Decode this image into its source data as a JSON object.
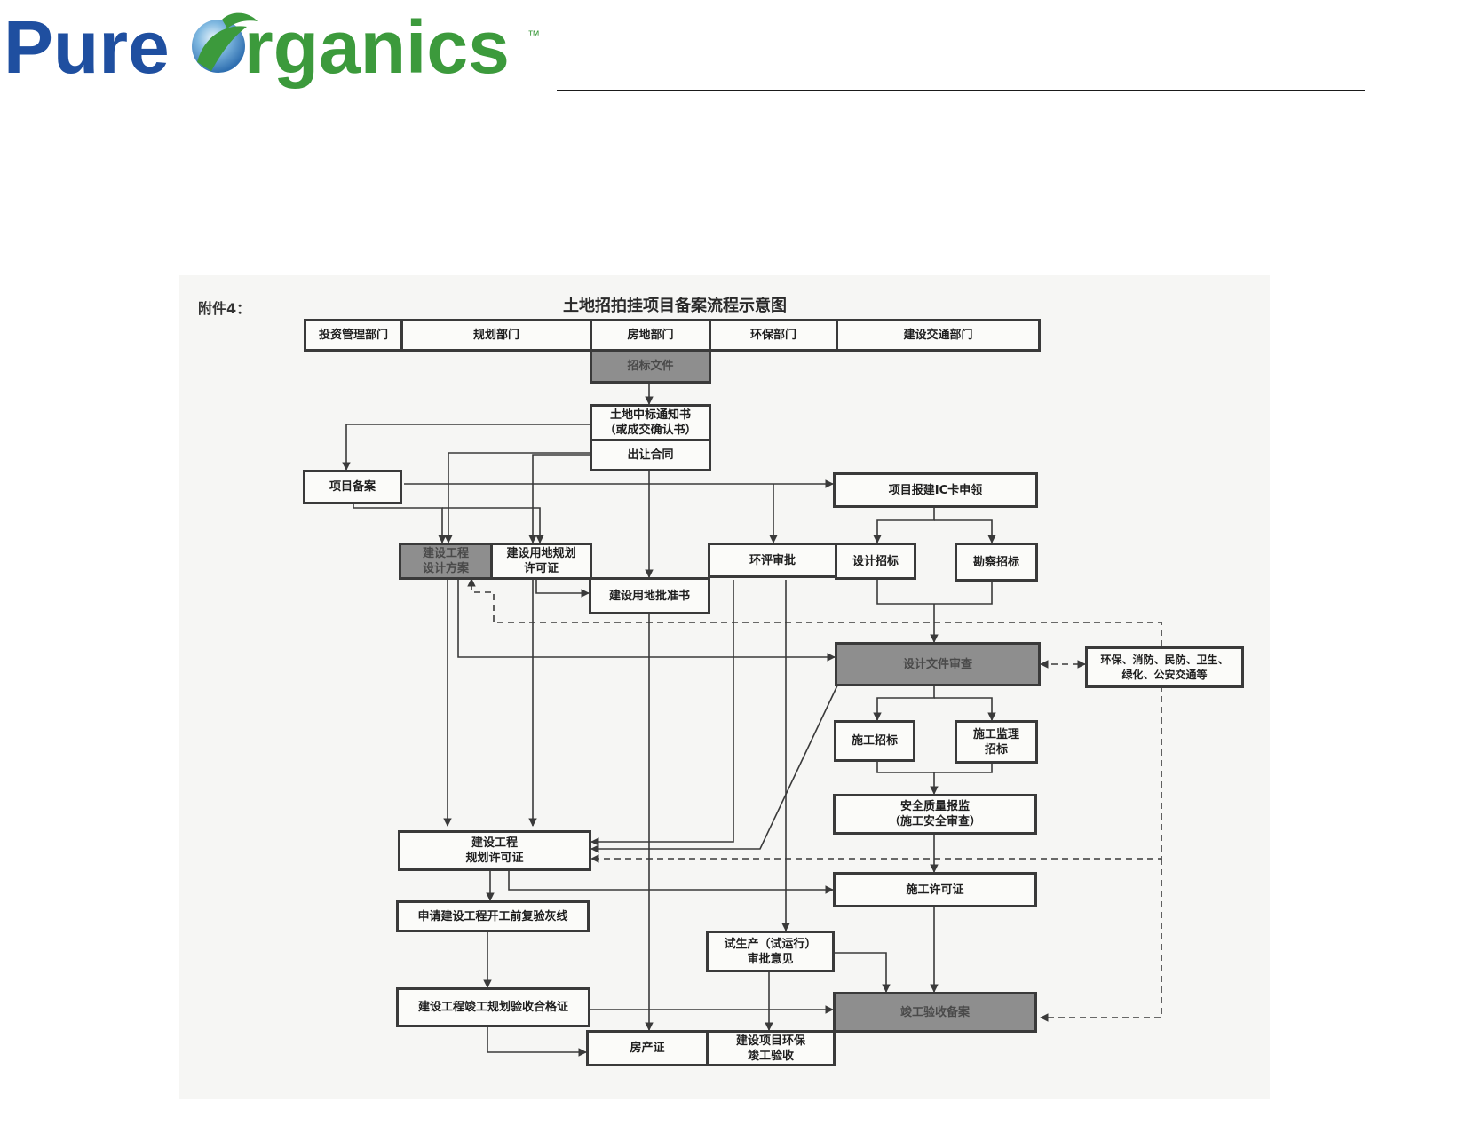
{
  "logo": {
    "prefix": "Pure",
    "o_glyph": "O",
    "suffix": "rganics",
    "trademark": "™",
    "colors": {
      "blue": "#1f4fa0",
      "green": "#3c9a3c"
    }
  },
  "annex_label": "附件4：",
  "diagram_title": "土地招拍挂项目备案流程示意图",
  "departments": {
    "investment": "投资管理部门",
    "planning": "规划部门",
    "real_estate": "房地部门",
    "environment": "环保部门",
    "construction_transport": "建设交通部门"
  },
  "nodes": {
    "bid_docs": "招标文件",
    "win_notice": [
      "土地中标通知书",
      "（或成交确认书）"
    ],
    "transfer_contract": "出让合同",
    "project_filing": "项目备案",
    "ic_card": "项目报建IC卡申领",
    "design_scheme": [
      "建设工程",
      "设计方案"
    ],
    "land_permit": [
      "建设用地规划",
      "许可证"
    ],
    "eia_approval": "环评审批",
    "design_bidding": "设计招标",
    "survey_bidding": "勘察招标",
    "land_approval": "建设用地批准书",
    "design_review": "设计文件审查",
    "other_depts": [
      "环保、消防、民防、卫生、",
      "绿化、公安交通等"
    ],
    "construction_bidding": "施工招标",
    "supervision_bidding": [
      "施工监理",
      "招标"
    ],
    "safety_quality": [
      "安全质量报监",
      "（施工安全审查）"
    ],
    "eng_permit": [
      "建设工程",
      "规划许可证"
    ],
    "construction_permit": "施工许可证",
    "lime_line": "申请建设工程开工前复验灰线",
    "trial_production": [
      "试生产（试运行）",
      "审批意见"
    ],
    "completion_cert": "建设工程竣工规划验收合格证",
    "completion_filing": "竣工验收备案",
    "property_cert": "房产证",
    "env_acceptance": [
      "建设项目环保",
      "竣工验收"
    ]
  },
  "colors": {
    "line": "#3a3a3a",
    "highlight": "#8e8e8e",
    "scan_bg": "#f6f6f4"
  }
}
